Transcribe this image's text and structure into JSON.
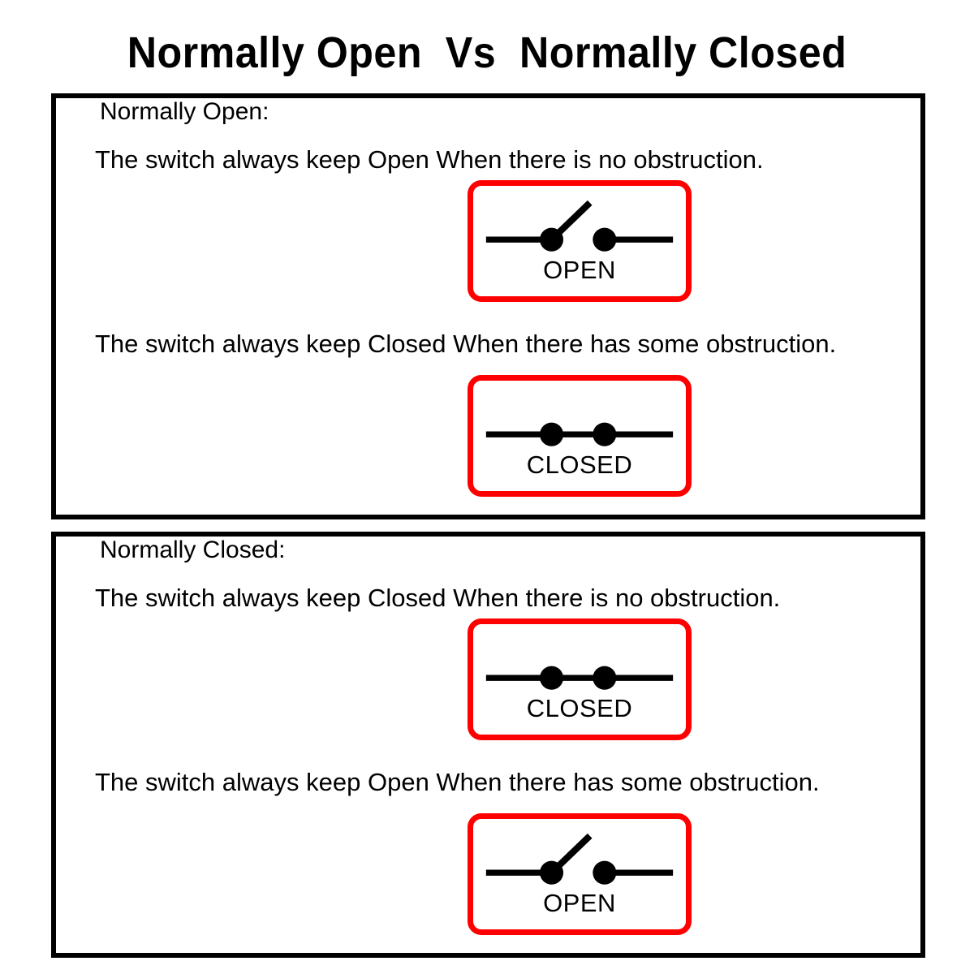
{
  "title": "Normally Open  Vs  Normally Closed",
  "colors": {
    "symbol_border": "#FF0000",
    "panel_border": "#000000",
    "ink": "#000000",
    "background": "#FFFFFF"
  },
  "panels": [
    {
      "id": "normally-open",
      "heading": "Normally Open:",
      "line_rest": "The switch always keep Open When there is no obstruction.",
      "line_obstructed": "The switch always keep Closed When there has some obstruction.",
      "symbol_rest": {
        "state": "open",
        "label": "OPEN"
      },
      "symbol_obstructed": {
        "state": "closed",
        "label": "CLOSED"
      }
    },
    {
      "id": "normally-closed",
      "heading": "Normally Closed:",
      "line_rest": "The switch always keep Closed When there is no obstruction.",
      "line_obstructed": "The switch always keep Open When there has some obstruction.",
      "symbol_rest": {
        "state": "closed",
        "label": "CLOSED"
      },
      "symbol_obstructed": {
        "state": "open",
        "label": "OPEN"
      }
    }
  ]
}
